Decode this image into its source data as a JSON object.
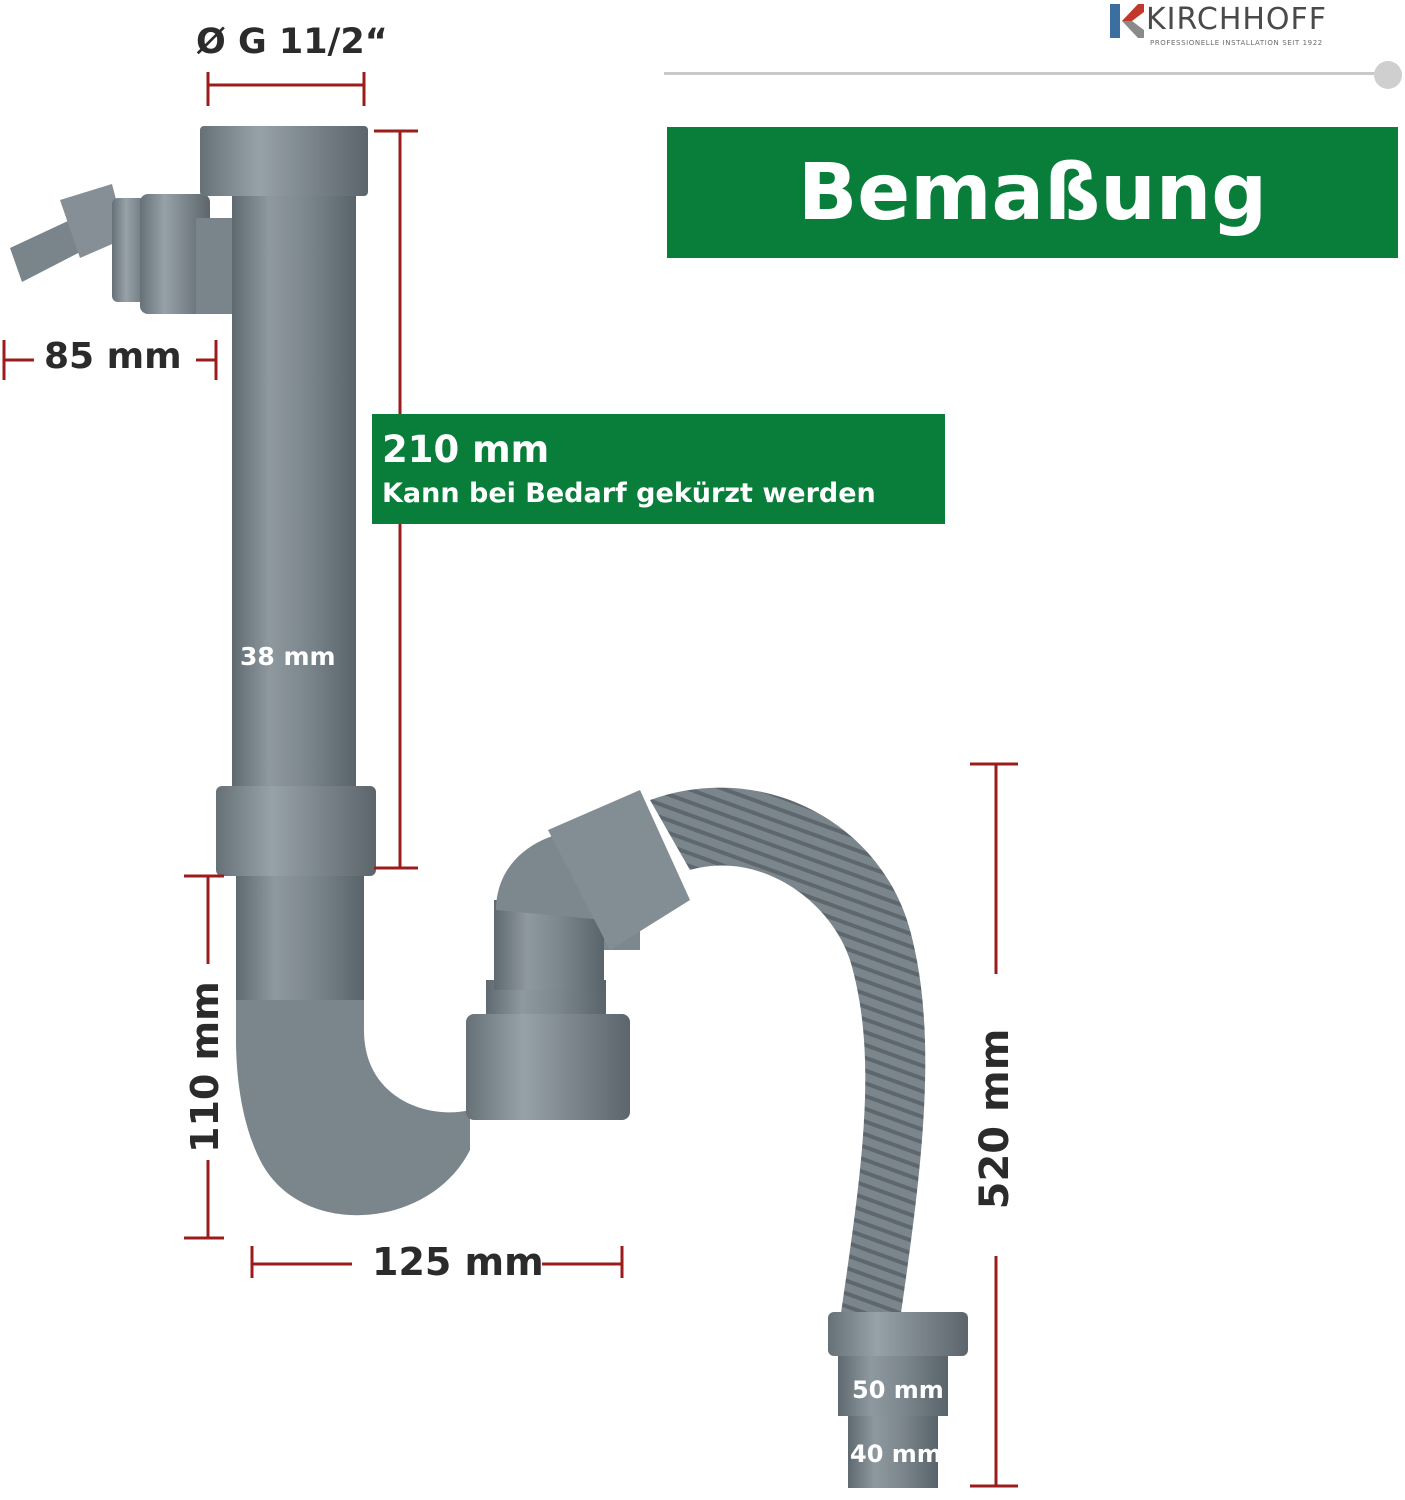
{
  "brand": {
    "name": "KIRCHHOFF",
    "tagline": "PROFESSIONELLE INSTALLATION SEIT 1922",
    "colors": {
      "logo_blue": "#3b6fa0",
      "logo_red": "#c0392b",
      "logo_grey": "#8a8a8a"
    }
  },
  "title": "Bemaßung",
  "accent_color": "#087e3a",
  "dimension_line_color": "#9b1c1c",
  "pipe_color": "#7f8a91",
  "dimensions": {
    "thread": "Ø G 11/2“",
    "side_inlet": "85 mm",
    "height_note_value": "210 mm",
    "height_note_text": "Kann bei Bedarf gekürzt werden",
    "pipe_diameter": "38 mm",
    "bend_height": "110 mm",
    "bend_width": "125 mm",
    "hose_length": "520 mm",
    "outlet_large": "50 mm",
    "outlet_small": "40 mm"
  }
}
